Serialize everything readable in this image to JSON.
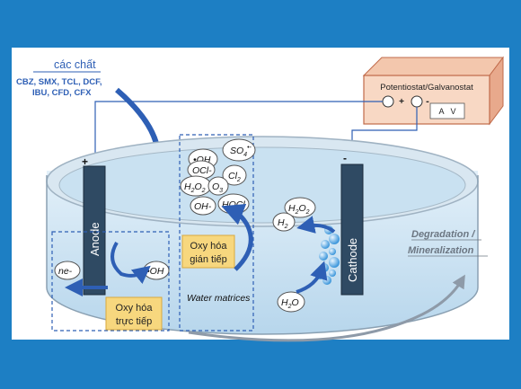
{
  "colors": {
    "frame": "#1d7fc4",
    "panel": "#ffffff",
    "water": "#c9e1f1",
    "electrode": "#2f4a63",
    "arrow_blue": "#2e5fb5",
    "label_box": "#f7d77e",
    "potentiostat_box": "#f8d8c4",
    "gray_arrow": "#8e9aa8"
  },
  "substances": {
    "heading": "các chất",
    "line1": "CBZ, SMX, TCL, DCF,",
    "line2": "IBU, CFD, CFX"
  },
  "instrument": {
    "label": "Potentiostat/Galvanostat",
    "plus": "+",
    "minus": "-",
    "meter": "A   V"
  },
  "terminals": {
    "anode_sign": "+",
    "cathode_sign": "-"
  },
  "electrodes": {
    "anode": "Anode",
    "cathode": "Cathode"
  },
  "species": {
    "so4_base": "SO",
    "so4_sub": "4",
    "so4_sup": "•-",
    "oh_radical": "•OH",
    "ocl": "OCl-",
    "cl2_base": "Cl",
    "cl2_sub": "2",
    "h2o2_base_a": "H",
    "h2o2_sub_a": "2",
    "h2o2_base_b": "O",
    "h2o2_sub_b": "2",
    "o3_base": "O",
    "o3_sub": "3",
    "oh_minus": "OH-",
    "hocl": "HOCl",
    "cathode_h2o2_a": "H",
    "cathode_h2o2_s1": "2",
    "cathode_h2o2_b": "O",
    "cathode_h2o2_s2": "2",
    "h2_base": "H",
    "h2_sub": "2",
    "h2o_a": "H",
    "h2o_s": "2",
    "h2o_b": "O",
    "electron": "ne-",
    "anode_oh": "•OH"
  },
  "labels": {
    "indirect_line1": "Oxy hóa",
    "indirect_line2": "gián tiếp",
    "direct_line1": "Oxy hóa",
    "direct_line2": "trực tiếp",
    "water_matrices": "Water matrices",
    "degradation_line1": "Degradation /",
    "degradation_line2": "Mineralization"
  }
}
